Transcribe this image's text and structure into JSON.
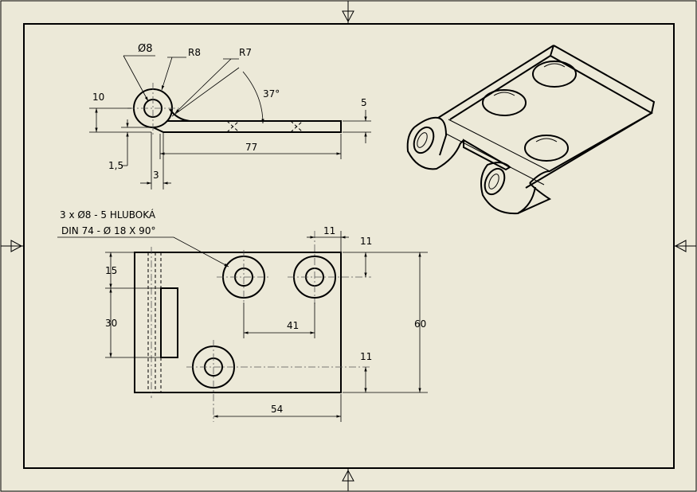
{
  "colors": {
    "paper": "#ece9d8",
    "ink": "#000000"
  },
  "front_view": {
    "dia_hole": "Ø8",
    "radius_outer": "R8",
    "radius_bend": "R7",
    "angle": "37°",
    "height_eye": "10",
    "thickness": "5",
    "offset": "1,5",
    "length": "77",
    "gap": "3"
  },
  "top_view": {
    "note_line1": "3 x Ø8 - 5 HLUBOKÁ",
    "note_line2": "DIN 74 - Ø 18 X 90°",
    "dim_top_offset": "11",
    "dim_right_offset": "11",
    "dim_15": "15",
    "dim_30": "30",
    "dim_41": "41",
    "dim_60": "60",
    "dim_11_lower": "11",
    "dim_54": "54"
  }
}
